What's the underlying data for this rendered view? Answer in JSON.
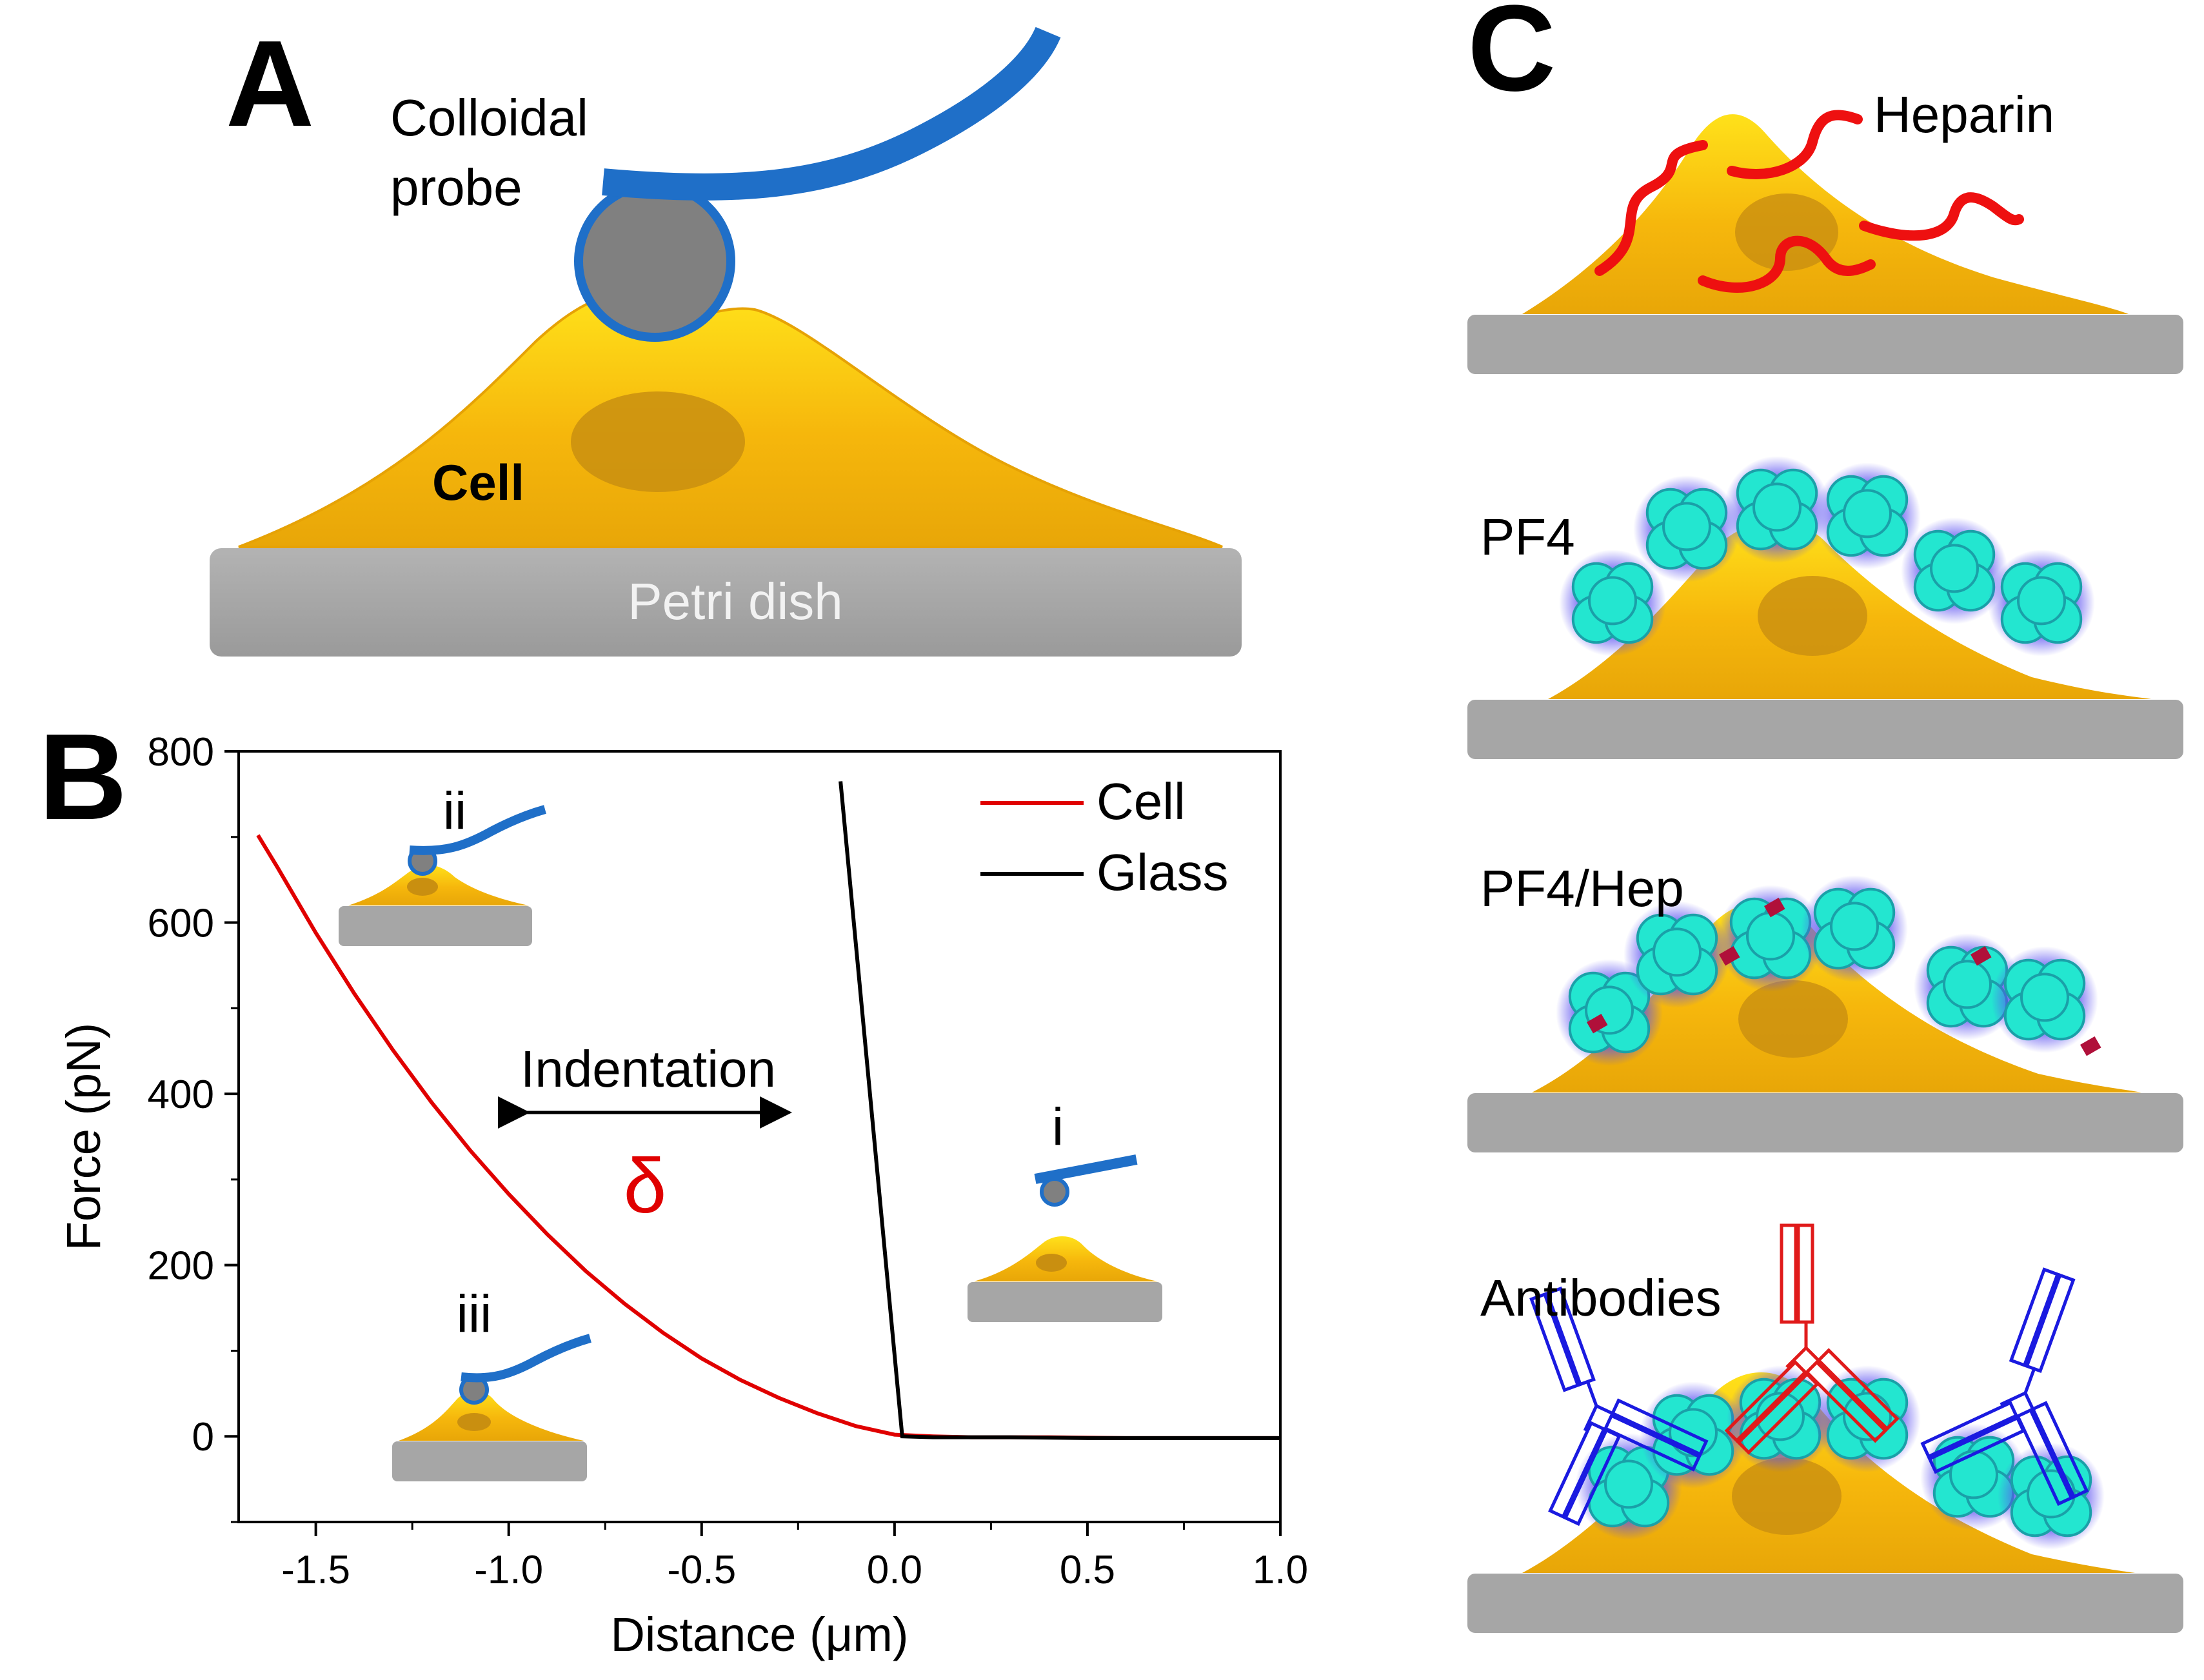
{
  "colors": {
    "probe": "#1f6fc8",
    "probe_dark": "#1a5aa8",
    "bead": "#808080",
    "cell": "#f6b70c",
    "cell_light": "#ffe11a",
    "nucleus": "#c98f10",
    "dish": "#a6a6a6",
    "curve_cell": "#e00000",
    "curve_glass": "#000000",
    "heparin": "#ee1010",
    "pf4": "#23e6d0",
    "pf4_glow": "#4a3fe0",
    "antibody_blue": "#1a1ae0",
    "antibody_red": "#e01a1a",
    "bound_heparin": "#b0103a"
  },
  "panel_a": {
    "letter": "A",
    "probe_label_1": "Colloidal",
    "probe_label_2": "probe",
    "cell_label": "Cell",
    "dish_label": "Petri dish"
  },
  "panel_b": {
    "letter": "B",
    "insets": {
      "i": "i",
      "ii": "ii",
      "iii": "iii"
    },
    "indentation_label": "Indentation",
    "delta_symbol": "δ"
  },
  "panel_c": {
    "letter": "C",
    "rows": [
      {
        "label": "Heparin",
        "icon": "heparin-chains"
      },
      {
        "label": "PF4",
        "icon": "pf4-tetramers"
      },
      {
        "label": "PF4/Hep",
        "icon": "pf4-heparin-complexes"
      },
      {
        "label": "Antibodies",
        "icon": "antibody-y-shapes"
      }
    ]
  },
  "chart_data": {
    "type": "line",
    "xlabel": "Distance (μm)",
    "ylabel": "Force (pN)",
    "xlim": [
      -1.7,
      1.0
    ],
    "ylim": [
      -100,
      800
    ],
    "xticks": [
      -1.5,
      -1.0,
      -0.5,
      0.0,
      0.5,
      1.0
    ],
    "xtick_labels": [
      "-1.5",
      "-1.0",
      "-0.5",
      "0.0",
      "0.5",
      "1.0"
    ],
    "yticks": [
      0,
      200,
      400,
      600,
      800
    ],
    "ytick_labels": [
      "0",
      "200",
      "400",
      "600",
      "800"
    ],
    "grid": false,
    "legend_position": "top-right",
    "series": [
      {
        "name": "Cell",
        "color": "#e00000",
        "x": [
          -1.65,
          -1.6,
          -1.5,
          -1.4,
          -1.3,
          -1.2,
          -1.1,
          -1.0,
          -0.9,
          -0.8,
          -0.7,
          -0.6,
          -0.5,
          -0.4,
          -0.3,
          -0.2,
          -0.1,
          0.0,
          0.1,
          0.2,
          0.4,
          0.6,
          0.8,
          1.0
        ],
        "y": [
          702,
          665,
          588,
          517,
          451,
          390,
          334,
          283,
          236,
          193,
          155,
          121,
          91,
          66,
          45,
          27,
          12,
          2,
          0,
          -1,
          -1,
          -2,
          -2,
          -2
        ]
      },
      {
        "name": "Glass",
        "color": "#000000",
        "x": [
          -0.14,
          0.02,
          0.1,
          0.3,
          0.5,
          0.7,
          0.9,
          1.0
        ],
        "y": [
          765,
          0,
          -1,
          -1,
          -2,
          -2,
          -2,
          -2
        ]
      }
    ]
  }
}
